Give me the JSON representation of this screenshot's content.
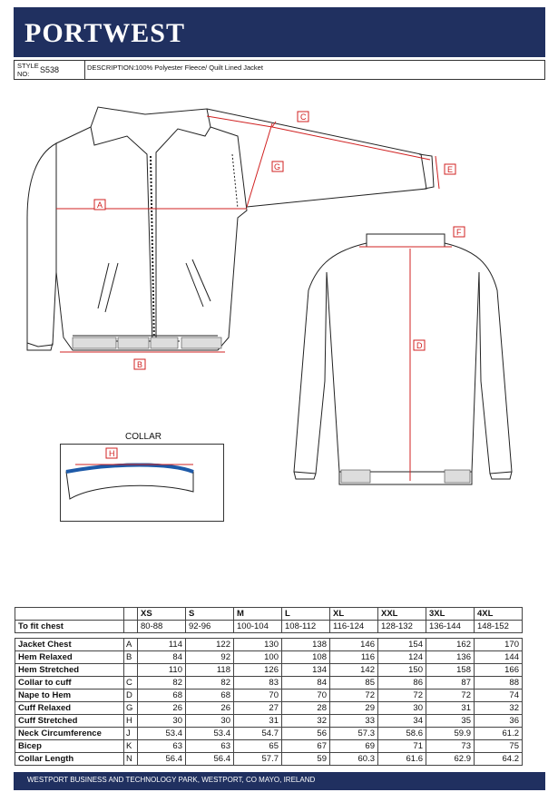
{
  "brand": "PORTWEST",
  "info": {
    "style_label": "STYLE NO:",
    "style_value": "S538",
    "description_label": "DESCRIPTION:",
    "description_value": "100% Polyester Fleece/ Quilt Lined Jacket"
  },
  "collar_label": "COLLAR",
  "measure_letters": [
    "A",
    "B",
    "C",
    "D",
    "E",
    "F",
    "G",
    "H"
  ],
  "table": {
    "sizes": [
      "XS",
      "S",
      "M",
      "L",
      "XL",
      "XXL",
      "3XL",
      "4XL"
    ],
    "fit_label": "To fit chest",
    "fit_values": [
      "80-88",
      "92-96",
      "100-104",
      "108-112",
      "116-124",
      "128-132",
      "136-144",
      "148-152"
    ],
    "rows": [
      {
        "label": "Jacket Chest",
        "code": "A",
        "values": [
          "114",
          "122",
          "130",
          "138",
          "146",
          "154",
          "162",
          "170"
        ]
      },
      {
        "label": "Hem Relaxed",
        "code": "B",
        "values": [
          "84",
          "92",
          "100",
          "108",
          "116",
          "124",
          "136",
          "144"
        ]
      },
      {
        "label": "Hem Stretched",
        "code": "",
        "values": [
          "110",
          "118",
          "126",
          "134",
          "142",
          "150",
          "158",
          "166"
        ]
      },
      {
        "label": "Collar to cuff",
        "code": "C",
        "values": [
          "82",
          "82",
          "83",
          "84",
          "85",
          "86",
          "87",
          "88"
        ]
      },
      {
        "label": "Nape to Hem",
        "code": "D",
        "values": [
          "68",
          "68",
          "70",
          "70",
          "72",
          "72",
          "72",
          "74"
        ]
      },
      {
        "label": "Cuff Relaxed",
        "code": "G",
        "values": [
          "26",
          "26",
          "27",
          "28",
          "29",
          "30",
          "31",
          "32"
        ]
      },
      {
        "label": "Cuff Stretched",
        "code": "H",
        "values": [
          "30",
          "30",
          "31",
          "32",
          "33",
          "34",
          "35",
          "36"
        ]
      },
      {
        "label": "Neck Circumference",
        "code": "J",
        "values": [
          "53.4",
          "53.4",
          "54.7",
          "56",
          "57.3",
          "58.6",
          "59.9",
          "61.2"
        ]
      },
      {
        "label": "Bicep",
        "code": "K",
        "values": [
          "63",
          "63",
          "65",
          "67",
          "69",
          "71",
          "73",
          "75"
        ]
      },
      {
        "label": "Collar Length",
        "code": "N",
        "values": [
          "56.4",
          "56.4",
          "57.7",
          "59",
          "60.3",
          "61.6",
          "62.9",
          "64.2"
        ]
      }
    ]
  },
  "footer": "WESTPORT BUSINESS AND TECHNOLOGY PARK, WESTPORT, CO MAYO, IRELAND"
}
